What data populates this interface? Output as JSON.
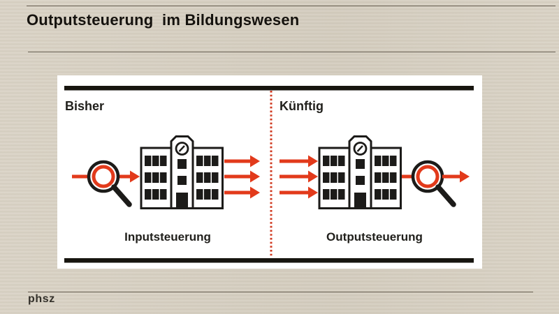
{
  "header": {
    "title": "Outputsteuerung  im Bildungswesen"
  },
  "footer": {
    "logo_text": "phsz"
  },
  "diagram": {
    "panels": [
      {
        "heading": "Bisher",
        "caption": "Inputsteuerung",
        "flow": [
          "arrow-in",
          "magnifier-icon",
          "school-building-icon",
          "triple-arrows-out"
        ]
      },
      {
        "heading": "Künftig",
        "caption": "Outputsteuerung",
        "flow": [
          "triple-arrows-in",
          "school-building-icon",
          "magnifier-icon",
          "arrow-out"
        ]
      }
    ],
    "divider_style": "red-dotted-vertical-line",
    "frame_style": "thick-black-top-and-bottom-bars"
  },
  "colors": {
    "background": "#d8d1c3",
    "panel_background": "#ffffff",
    "accent_red": "#e23a1b",
    "ink": "#1c1b19",
    "rule_line": "#675f52",
    "title_text": "#15120e"
  }
}
